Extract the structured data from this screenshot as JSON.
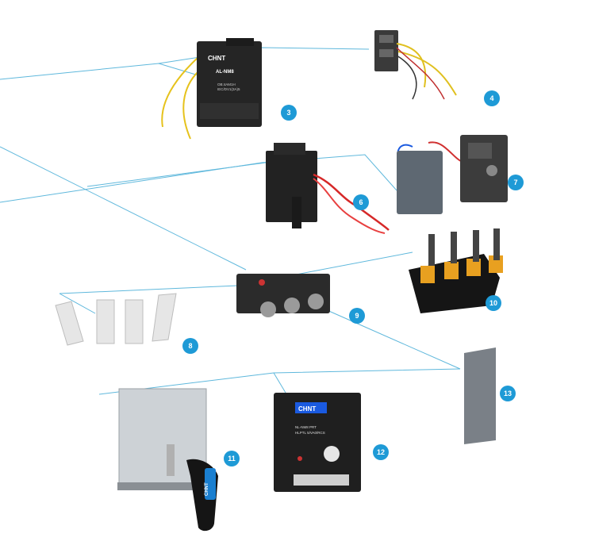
{
  "colors": {
    "line": "#5fb8dc",
    "badge": "#1e9ad6",
    "component_dark": "#2a2a2a",
    "blue_accent": "#1a7fd0"
  },
  "labels": {
    "p3": "3",
    "p4": "4",
    "p6": "6",
    "p7": "7",
    "p8": "8",
    "p9": "9",
    "p10": "10",
    "p11": "11",
    "p12": "12",
    "p13": "13"
  },
  "brand": {
    "aux_logo": "CHNT",
    "aux_model": "AL-NM8",
    "aux_text1": "OB:4AM1H",
    "aux_text2": "IEC/DV1(3A)5",
    "handle_logo": "CHNT",
    "controller_logo": "CHNT",
    "controller_text1": "NL-NM8 PRT",
    "controller_text2": "HLPTL 5/VA0/RCS"
  }
}
